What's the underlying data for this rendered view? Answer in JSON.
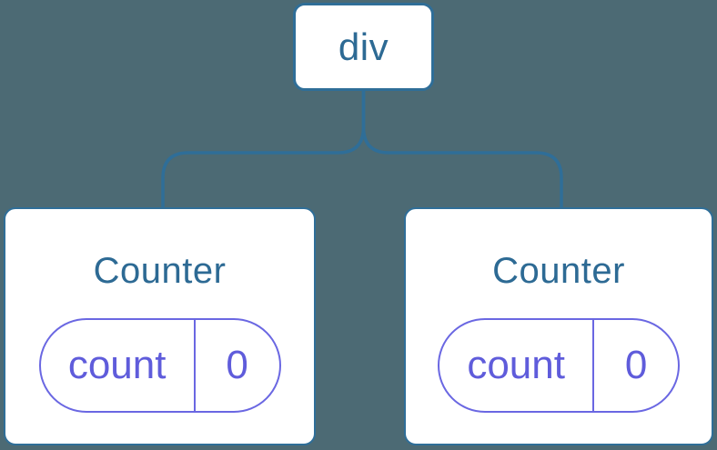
{
  "theme": {
    "background": "#4C6A74",
    "line": "#2F6E98",
    "node_bg": "#FFFFFF",
    "node_border": "#2F6E98",
    "heading": "#2D6A94",
    "pill_border": "#6A67E2",
    "pill_text": "#5F5CDB"
  },
  "tree": {
    "root": {
      "label": "div"
    },
    "children": [
      {
        "title": "Counter",
        "state": {
          "key": "count",
          "value": "0"
        }
      },
      {
        "title": "Counter",
        "state": {
          "key": "count",
          "value": "0"
        }
      }
    ]
  }
}
